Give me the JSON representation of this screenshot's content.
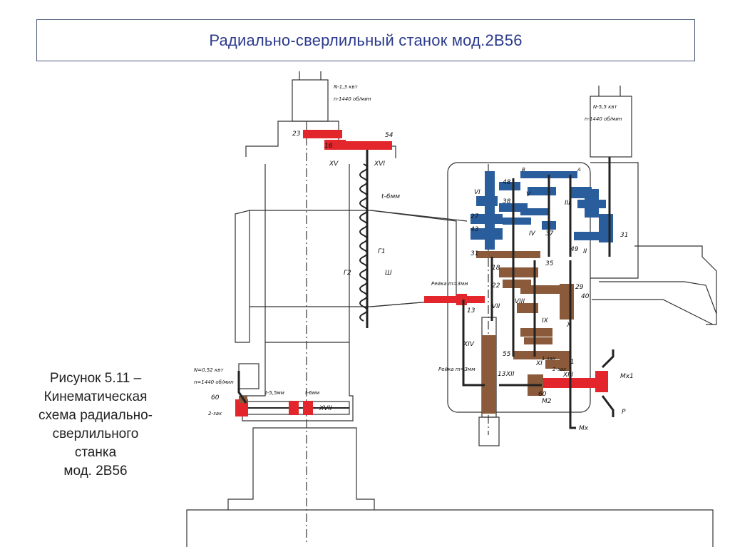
{
  "title": "Радиально-сверлильный станок мод.2В56",
  "caption": [
    "Рисунок 5.11 –",
    "Кинематическая",
    "схема радиально-",
    "сверлильного",
    "станка",
    "мод. 2В56"
  ],
  "colors": {
    "title": "#2b3a8c",
    "red": "#e2262b",
    "blue": "#2a5d9c",
    "brown": "#8a5a3a",
    "line": "#222222"
  },
  "motors": {
    "top": {
      "power": "N-1,3 квт",
      "speed": "n-1440 об/мин"
    },
    "right": {
      "power": "N-5,5 квт",
      "speed": "n-1440 об/мин"
    },
    "left": {
      "power": "N=0,52 квт",
      "speed": "n=1440 об/мин"
    }
  },
  "labels": {
    "z23": "23",
    "z54": "54",
    "z16": "16",
    "xv": "XV",
    "xvi": "XVI",
    "t6": "t-6мм",
    "g1": "Г1",
    "g2": "Г2",
    "sh": "Ш",
    "rack1": "Рейка m=3мм",
    "rack2": "Рейка m=3мм",
    "z13a": "13",
    "z13b": "13",
    "vii": "VII",
    "xiv": "XIV",
    "vi": "VI",
    "v": "V",
    "iv": "IV",
    "iii": "III",
    "ii": "II",
    "viii": "VIII",
    "ix": "IX",
    "x": "X",
    "xi": "XI",
    "xii": "XII",
    "xiii": "XIII",
    "z48": "48",
    "z27": "27",
    "z43": "43",
    "z31a": "31",
    "z38": "38",
    "z37": "37",
    "z49": "49",
    "z31b": "31",
    "z35": "35",
    "z18": "18",
    "z22": "22",
    "z29": "29",
    "z40": "40",
    "z55": "55",
    "z60": "60",
    "z1": "1",
    "zaxa": "2-зах",
    "zax1": "1-зах",
    "mx1": "Mx1",
    "m2": "M2",
    "mx": "Mx",
    "p": "P",
    "t55": "t-5,5мм",
    "t6b": "t-6мм",
    "xvii": "XVII",
    "z60b": "60",
    "zax2": "2-зах",
    "a": "A",
    "b": "B"
  }
}
